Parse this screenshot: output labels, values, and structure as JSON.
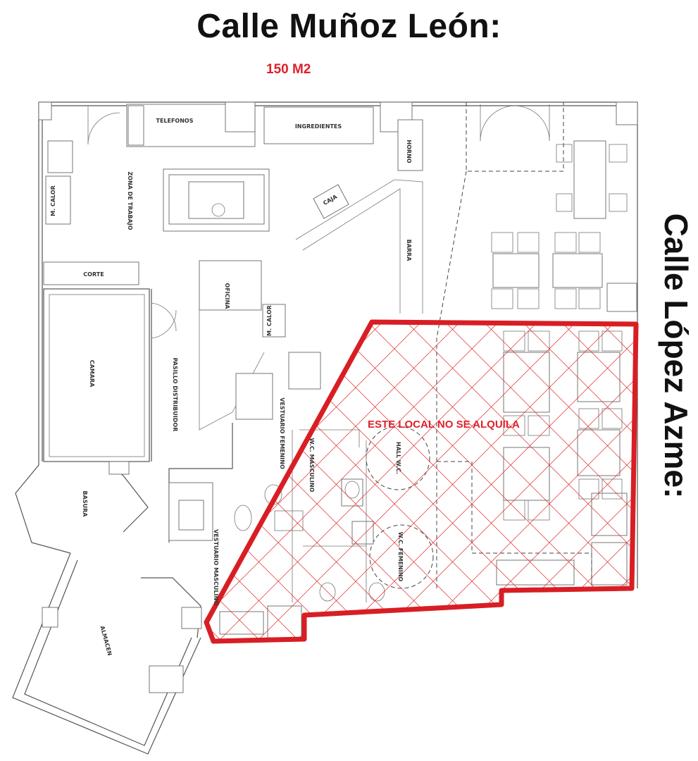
{
  "street_top": "Calle Muñoz León:",
  "area_label": "150 M2",
  "street_side": "Calle López Azme:",
  "notice": "ESTE LOCAL NO SE ALQUILA",
  "rooms": {
    "telefonos": "TELEFONOS",
    "ingredientes": "INGREDIENTES",
    "zona_trabajo": "ZONA DE TRABAJO",
    "corte": "CORTE",
    "camara": "CAMARA",
    "m_calor_1": "M. CALOR",
    "m_calor_2": "M. CALOR",
    "pasillo": "PASILLO DISTRIBUIDOR",
    "oficina": "OFICINA",
    "vestuario_femenino": "VESTUARIO FEMENINO",
    "vestuario_masculino": "VESTUARIO MASCULINO",
    "basura": "BASURA",
    "almacen": "ALMACEN",
    "wc_masculino": "W.C. MASCULINO",
    "wc_femenino": "W.C. FEMENINO",
    "hall_wc": "HALL W.C.",
    "caja": "CAJA",
    "barra": "BARRA",
    "horno": "HORNO"
  }
}
